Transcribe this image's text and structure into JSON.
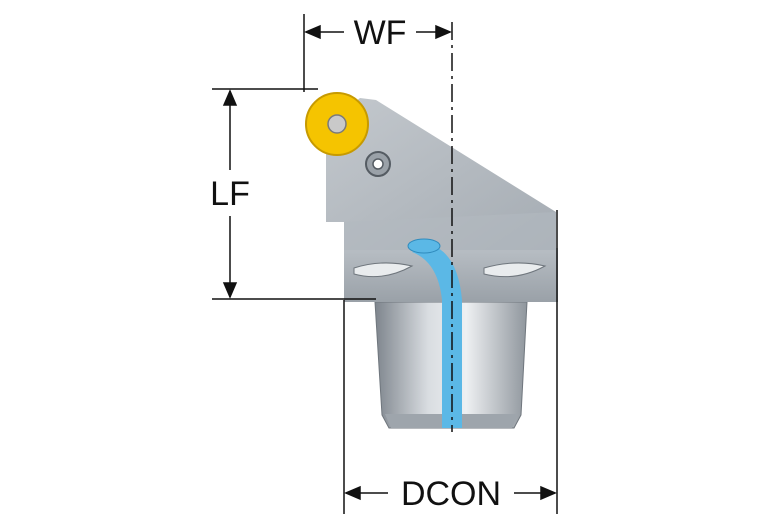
{
  "dimensions": {
    "wf": "WF",
    "lf": "LF",
    "dcon": "DCON"
  },
  "colors": {
    "body_dark": "#8a9199",
    "body_mid": "#aeb4bb",
    "body_light": "#d7dbdf",
    "insert_yellow": "#f5c400",
    "coolant_blue": "#5bb8e6",
    "line": "#111111"
  }
}
